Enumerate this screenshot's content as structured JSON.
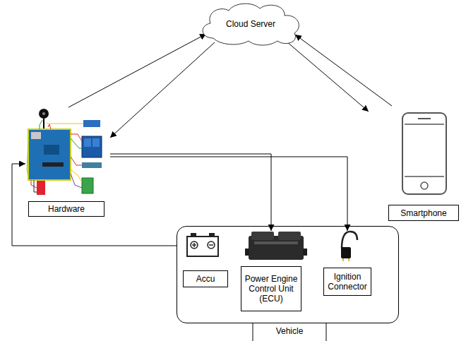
{
  "diagram": {
    "nodes": [
      {
        "text": [
          "Cloud Server"
        ]
      },
      {
        "text": [
          "Hardware"
        ]
      },
      {
        "text": [
          "Smartphone"
        ]
      },
      {
        "text": [
          "Vehicle"
        ]
      },
      {
        "text": [
          "Accu"
        ],
        "in": 3
      },
      {
        "text": [
          "Power Engine Control Unit (ECU)"
        ],
        "in": 3
      },
      {
        "text": [
          "Ignition Connector"
        ],
        "in": 3
      }
    ],
    "edges": [
      {
        "from": 1,
        "to": 0,
        "arrow": "to"
      },
      {
        "from": 0,
        "to": 1,
        "arrow": "to"
      },
      {
        "from": 0,
        "to": 2,
        "arrow": "to"
      },
      {
        "from": 2,
        "to": 0,
        "arrow": "to"
      },
      {
        "from": 1,
        "to": 5,
        "arrow": "to"
      },
      {
        "from": 1,
        "to": 6,
        "arrow": "to"
      },
      {
        "from": 3,
        "to": 1,
        "arrow": "to"
      }
    ]
  }
}
